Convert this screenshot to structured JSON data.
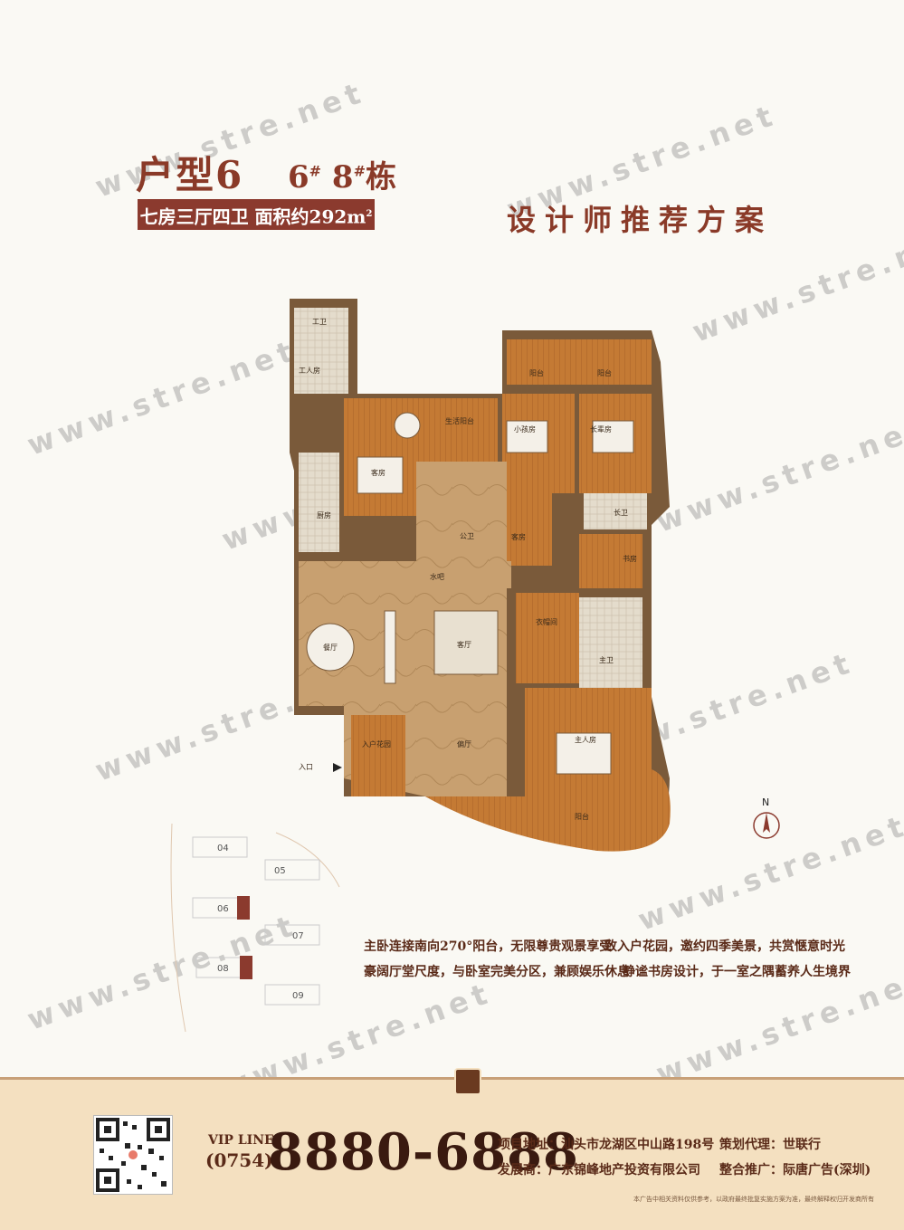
{
  "header": {
    "type_label": "户型6",
    "building": {
      "b1": "6",
      "b2": "8",
      "sup": "#",
      "suffix": "栋"
    },
    "spec": "七房三厅四卫 面积约292m",
    "spec_sup": "2",
    "slogan": "设计师推荐方案"
  },
  "watermark_text": "www.stre.net",
  "plan": {
    "rooms": [
      "工卫",
      "工人房",
      "客房",
      "生活阳台",
      "小孩房",
      "长辈房",
      "阳台",
      "阳台",
      "厨房",
      "公卫",
      "客房",
      "长卫",
      "书房",
      "水吧",
      "餐厅",
      "客厅",
      "衣帽间",
      "主卫",
      "主人房",
      "偏厅",
      "入户花园",
      "阳台"
    ],
    "entrance": "入口",
    "north": "N"
  },
  "site_map": {
    "labels": [
      "04",
      "05",
      "06",
      "07",
      "08",
      "09"
    ]
  },
  "features": {
    "f1": "主卧连接南向270°阳台，无限尊贵观景享受",
    "f2": "致入户花园，邀约四季美景，共赏惬意时光",
    "f3": "豪阔厅堂尺度，与卧室完美分区，兼顾娱乐休息",
    "f4": "静谧书房设计，于一室之隅蓄养人生境界"
  },
  "footer": {
    "vip_label": "VIP LINE",
    "area_code": "(0754)",
    "phone": "8880-6888",
    "address_label": "项目地址：",
    "address": "汕头市龙湖区中山路198号",
    "developer_label": "发展商：",
    "developer": "广东锦峰地产投资有限公司",
    "planning_label": "策划代理：",
    "planning": "世联行",
    "promo_label": "整合推广：",
    "promo": "际唐广告(深圳)",
    "disclaimer": "本广告中相关资料仅供参考，以政府最终批复实施方案为准，最终解释权归开发商所有"
  },
  "colors": {
    "accent": "#8b3a2e",
    "floor": "#c8843c",
    "wall": "#6b5030",
    "footer_bg": "#f4e0c0"
  }
}
